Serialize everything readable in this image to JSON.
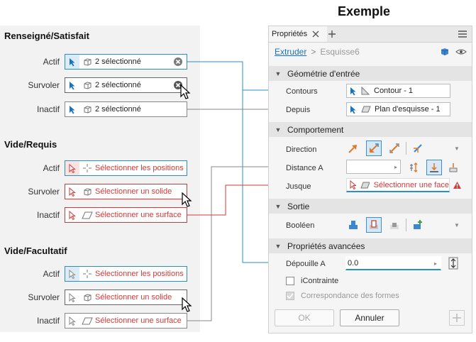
{
  "example_title": "Exemple",
  "sections": [
    {
      "title": "Renseigné/Satisfait",
      "rows": [
        {
          "state": "Actif",
          "text": "2 sélectionné"
        },
        {
          "state": "Survoler",
          "text": "2 sélectionné"
        },
        {
          "state": "Inactif",
          "text": "2 sélectionné"
        }
      ]
    },
    {
      "title": "Vide/Requis",
      "rows": [
        {
          "state": "Actif",
          "text": "Sélectionner les positions"
        },
        {
          "state": "Survoler",
          "text": "Sélectionner un solide"
        },
        {
          "state": "Inactif",
          "text": "Sélectionner une surface"
        }
      ]
    },
    {
      "title": "Vide/Facultatif",
      "rows": [
        {
          "state": "Actif",
          "text": "Sélectionner les positions"
        },
        {
          "state": "Survoler",
          "text": "Sélectionner un solide"
        },
        {
          "state": "Inactif",
          "text": "Sélectionner une surface"
        }
      ]
    }
  ],
  "panel": {
    "tab_label": "Propriétés",
    "breadcrumb": {
      "current": "Extruder",
      "separator": ">",
      "parent": "Esquisse6"
    },
    "sections": {
      "input_geometry": "Géométrie d'entrée",
      "behavior": "Comportement",
      "output": "Sortie",
      "advanced": "Propriétés avancées"
    },
    "fields": {
      "contours_label": "Contours",
      "contours_value": "Contour - 1",
      "depuis_label": "Depuis",
      "depuis_value": "Plan d'esquisse - 1",
      "direction_label": "Direction",
      "distance_label": "Distance A",
      "jusque_label": "Jusque",
      "jusque_value": "Sélectionner une face",
      "booleen_label": "Booléen",
      "depouille_label": "Dépouille A",
      "depouille_value": "0.0",
      "icontrainte_label": "iContrainte",
      "correspondance_label": "Correspondance des formes"
    },
    "buttons": {
      "ok": "OK",
      "cancel": "Annuler"
    },
    "checkboxes": {
      "icontrainte_checked": false,
      "correspondance_checked": true
    }
  },
  "colors": {
    "accent": "#2a8fc4",
    "required": "#d23a3a",
    "connector": "#2a8fc4"
  }
}
